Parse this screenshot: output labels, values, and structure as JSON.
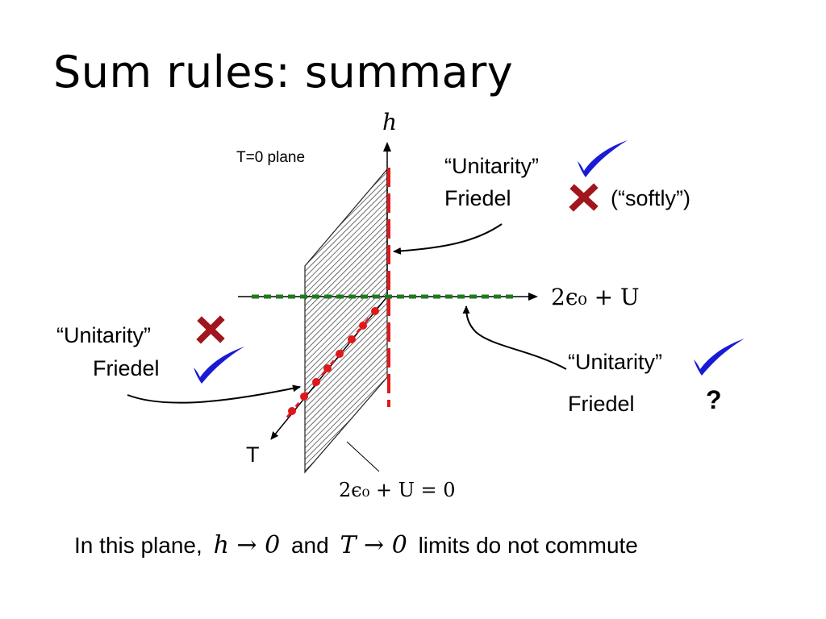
{
  "title": "Sum rules: summary",
  "axes": {
    "h_label": "h",
    "x_label": "2ϵ₀ + U",
    "t_label": "T"
  },
  "plane": {
    "label": "T=0 plane",
    "equation": "2ϵ₀ + U = 0"
  },
  "annotations": {
    "top_right": {
      "unitarity": "“Unitarity”",
      "friedel": "Friedel",
      "softly": "(“softly”)"
    },
    "left": {
      "unitarity": "“Unitarity”",
      "friedel": "Friedel"
    },
    "bottom_right": {
      "unitarity": "“Unitarity”",
      "friedel": "Friedel",
      "unknown": "?"
    }
  },
  "bottom_text": {
    "prefix": "In this plane,",
    "limit_h": "h → 0",
    "and": "and",
    "limit_t": "T → 0",
    "suffix": "limits do not commute"
  },
  "colors": {
    "red_line": "#e0181b",
    "green_line": "#1f7a1f",
    "check": "#1a1ad6",
    "cross": "#a0161c"
  }
}
